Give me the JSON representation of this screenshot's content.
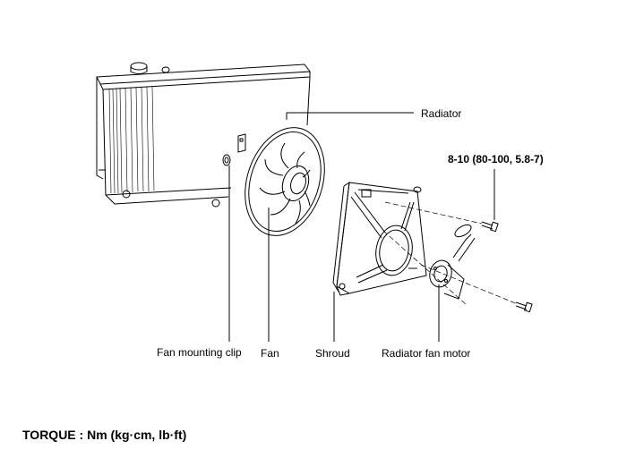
{
  "labels": {
    "radiator": "Radiator",
    "torque_value": "8-10  (80-100,  5.8-7)",
    "fan_mounting_clip": "Fan mounting clip",
    "fan": "Fan",
    "shroud": "Shroud",
    "radiator_fan_motor": "Radiator fan motor"
  },
  "torque_legend": "TORQUE  :  Nm  (kg·cm,  lb·ft)"
}
